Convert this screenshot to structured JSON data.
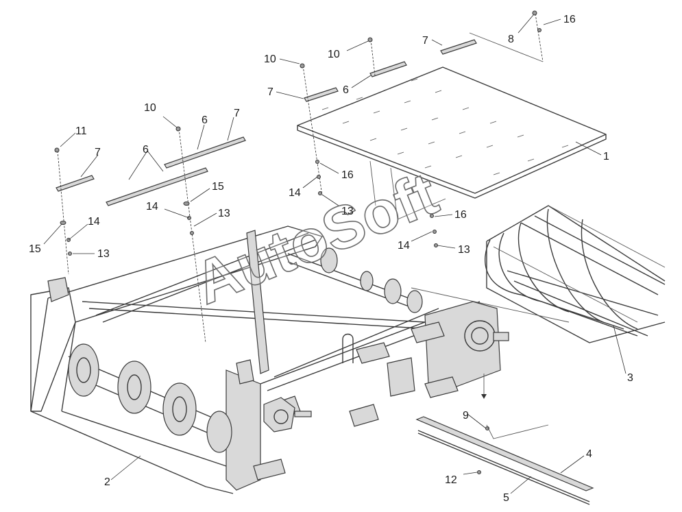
{
  "watermark": "AutoSoft",
  "callouts": [
    {
      "id": "c-1",
      "text": "1"
    },
    {
      "id": "c-2",
      "text": "2"
    },
    {
      "id": "c-3",
      "text": "3"
    },
    {
      "id": "c-4",
      "text": "4"
    },
    {
      "id": "c-5",
      "text": "5"
    },
    {
      "id": "c-6a",
      "text": "6"
    },
    {
      "id": "c-6b",
      "text": "6"
    },
    {
      "id": "c-6c",
      "text": "6"
    },
    {
      "id": "c-7a",
      "text": "7"
    },
    {
      "id": "c-7b",
      "text": "7"
    },
    {
      "id": "c-7c",
      "text": "7"
    },
    {
      "id": "c-7d",
      "text": "7"
    },
    {
      "id": "c-8",
      "text": "8"
    },
    {
      "id": "c-9",
      "text": "9"
    },
    {
      "id": "c-10a",
      "text": "10"
    },
    {
      "id": "c-10b",
      "text": "10"
    },
    {
      "id": "c-10c",
      "text": "10"
    },
    {
      "id": "c-11",
      "text": "11"
    },
    {
      "id": "c-12",
      "text": "12"
    },
    {
      "id": "c-13a",
      "text": "13"
    },
    {
      "id": "c-13b",
      "text": "13"
    },
    {
      "id": "c-13c",
      "text": "13"
    },
    {
      "id": "c-13d",
      "text": "13"
    },
    {
      "id": "c-14a",
      "text": "14"
    },
    {
      "id": "c-14b",
      "text": "14"
    },
    {
      "id": "c-14c",
      "text": "14"
    },
    {
      "id": "c-14d",
      "text": "14"
    },
    {
      "id": "c-15a",
      "text": "15"
    },
    {
      "id": "c-15b",
      "text": "15"
    },
    {
      "id": "c-16a",
      "text": "16"
    },
    {
      "id": "c-16b",
      "text": "16"
    },
    {
      "id": "c-16c",
      "text": "16"
    }
  ]
}
